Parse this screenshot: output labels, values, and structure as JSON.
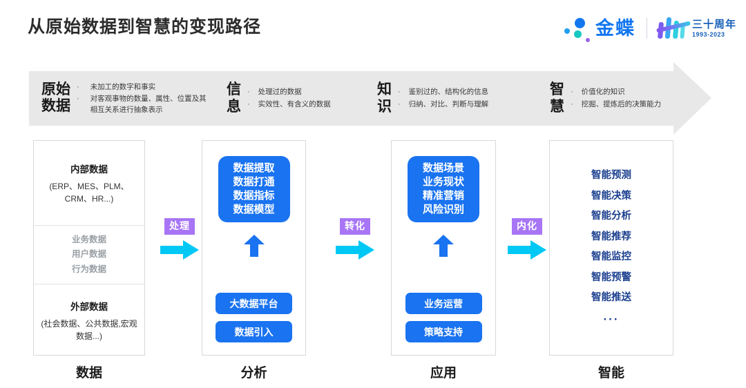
{
  "header": {
    "title": "从原始数据到智慧的变现路径",
    "brand_name": "金蝶",
    "anniversary_text": "三十周年",
    "anniversary_years": "1993-2023",
    "brand_color": "#1277ef"
  },
  "banner": {
    "stages": [
      {
        "title_line1": "原始",
        "title_line2": "数据",
        "bullets": [
          "未加工的数字和事实",
          "对客观事物的数量、属性、位置及其相互关系进行抽象表示"
        ]
      },
      {
        "title_line1": "信",
        "title_line2": "息",
        "bullets": [
          "处理过的数据",
          "实效性、有含义的数据"
        ]
      },
      {
        "title_line1": "知",
        "title_line2": "识",
        "bullets": [
          "鉴别过的、结构化的信息",
          "归纳、对比、判断与理解"
        ]
      },
      {
        "title_line1": "智",
        "title_line2": "慧",
        "bullets": [
          "价值化的知识",
          "挖掘、提炼后的决策能力"
        ]
      }
    ],
    "bullet_glyph": "·",
    "background_color": "#e8e8e8"
  },
  "columns": [
    {
      "footer_label": "数据",
      "sections": {
        "top_title": "内部数据",
        "top_sub": "(ERP、MES、PLM、CRM、HR...)",
        "mid_lines": [
          "业务数据",
          "用户数据",
          "行为数据"
        ],
        "bot_title": "外部数据",
        "bot_sub": "(社会数据、公共数据,宏观数据...)"
      }
    },
    {
      "footer_label": "分析",
      "box_lines": [
        "数据提取",
        "数据打通",
        "数据指标",
        "数据模型"
      ],
      "pills": [
        "大数据平台",
        "数据引入"
      ]
    },
    {
      "footer_label": "应用",
      "box_lines": [
        "数据场景",
        "业务现状",
        "精准营销",
        "风险识别"
      ],
      "pills": [
        "业务运营",
        "策略支持"
      ]
    },
    {
      "footer_label": "智能",
      "items": [
        "智能预测",
        "智能决策",
        "智能分析",
        "智能推荐",
        "智能监控",
        "智能预警",
        "智能推送"
      ],
      "ellipsis": "···"
    }
  ],
  "connectors": [
    {
      "label": "处理"
    },
    {
      "label": "转化"
    },
    {
      "label": "内化"
    }
  ],
  "colors": {
    "blue_box": "#1a73f0",
    "connector_badge": "#a775f5",
    "connector_arrow": "#00c8f5",
    "smart_text": "#1b3f8f",
    "grey_text": "#9aa0a6"
  }
}
